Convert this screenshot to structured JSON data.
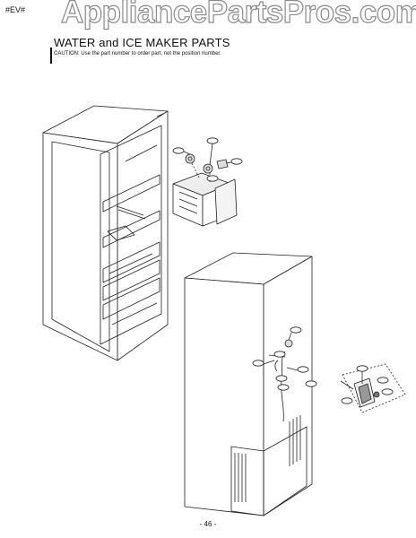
{
  "header": {
    "tag": "#EV#",
    "watermark": "AppliancePartsPros.com",
    "title": "WATER and ICE MAKER  PARTS",
    "caution": "CAUTION: Use the part number to order part, not the position number."
  },
  "footer": {
    "page_number": "- 46 -"
  }
}
